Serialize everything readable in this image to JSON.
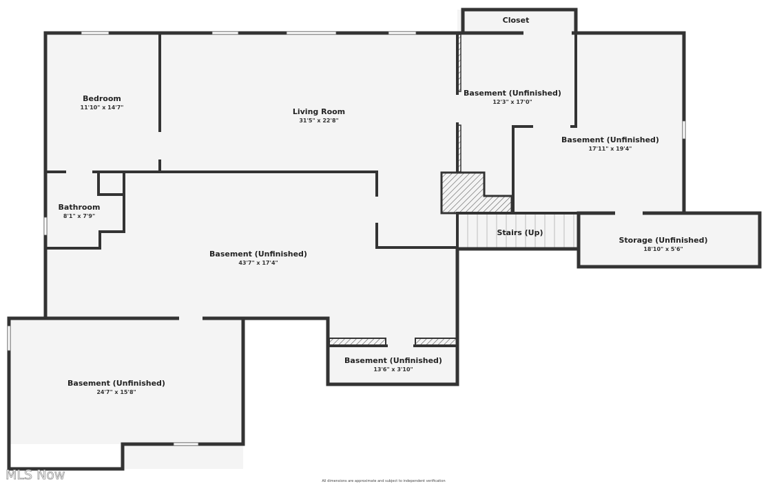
{
  "rooms": {
    "closet": {
      "name": "Closet",
      "dims": ""
    },
    "bedroom": {
      "name": "Bedroom",
      "dims": "11'10\" x 14'7\""
    },
    "living_room": {
      "name": "Living Room",
      "dims": "31'5\" x 22'8\""
    },
    "basement_ne_upper": {
      "name": "Basement (Unfinished)",
      "dims": "12'3\" x 17'0\""
    },
    "basement_ne_lower": {
      "name": "Basement (Unfinished)",
      "dims": "17'11\" x 19'4\""
    },
    "bathroom": {
      "name": "Bathroom",
      "dims": "8'1\" x 7'9\""
    },
    "stairs": {
      "name": "Stairs (Up)",
      "dims": ""
    },
    "storage": {
      "name": "Storage (Unfinished)",
      "dims": "18'10\" x 5'6\""
    },
    "basement_main": {
      "name": "Basement (Unfinished)",
      "dims": "43'7\" x 17'4\""
    },
    "basement_small": {
      "name": "Basement (Unfinished)",
      "dims": "13'6\" x 3'10\""
    },
    "basement_sw": {
      "name": "Basement (Unfinished)",
      "dims": "24'7\" x 15'8\""
    }
  },
  "disclaimer": "All dimensions are approximate and subject to independent verification",
  "watermark": "MLS Now",
  "colors": {
    "wall": "#333333",
    "floor": "#f4f4f4",
    "background": "#ffffff"
  }
}
